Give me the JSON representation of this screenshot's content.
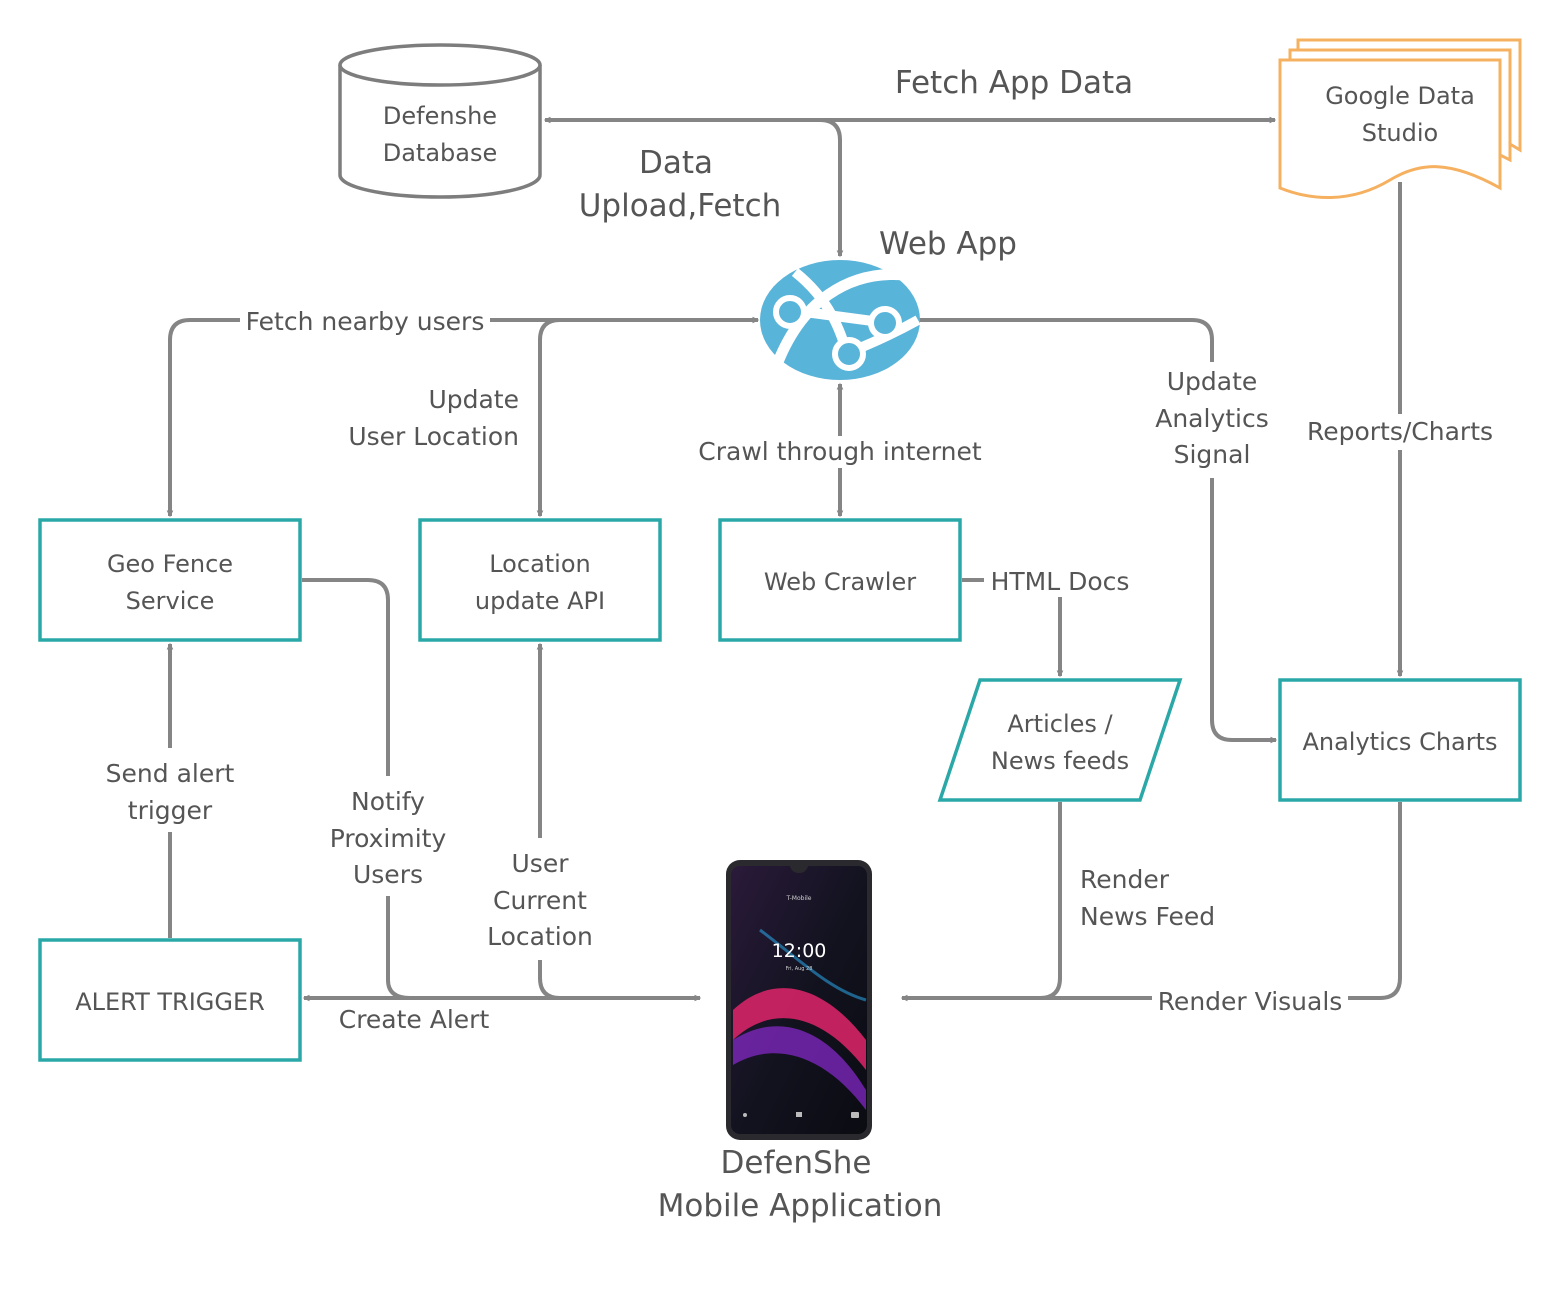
{
  "nodes": {
    "database": {
      "line1": "Defenshe",
      "line2": "Database"
    },
    "data_studio": {
      "line1": "Google Data",
      "line2": "Studio"
    },
    "web_app": {
      "label": "Web App"
    },
    "geo_fence": {
      "line1": "Geo Fence",
      "line2": "Service"
    },
    "location_api": {
      "line1": "Location",
      "line2": "update API"
    },
    "web_crawler": {
      "label": "Web Crawler"
    },
    "articles": {
      "line1": "Articles /",
      "line2": "News feeds"
    },
    "analytics": {
      "label": "Analytics Charts"
    },
    "alert_trigger": {
      "label": "ALERT TRIGGER"
    },
    "mobile_app": {
      "line1": "DefenShe",
      "line2": "Mobile Application",
      "screen": {
        "carrier": "T-Mobile",
        "time": "12:00",
        "date": "Fri, Aug 28"
      }
    }
  },
  "edges": {
    "fetch_app_data": "Fetch App Data",
    "data_upload": {
      "line1": "Data",
      "line2": "Upload,Fetch"
    },
    "fetch_nearby": "Fetch nearby users",
    "update_location": {
      "line1": "Update",
      "line2": "User Location"
    },
    "crawl": "Crawl through internet",
    "update_analytics": {
      "line1": "Update",
      "line2": "Analytics",
      "line3": "Signal"
    },
    "reports": "Reports/Charts",
    "html_docs": "HTML Docs",
    "send_alert": {
      "line1": "Send alert",
      "line2": "trigger"
    },
    "notify": {
      "line1": "Notify",
      "line2": "Proximity",
      "line3": "Users"
    },
    "user_location": {
      "line1": "User",
      "line2": "Current",
      "line3": "Location"
    },
    "render_news": {
      "line1": "Render",
      "line2": "News Feed"
    },
    "create_alert": "Create Alert",
    "render_visuals": "Render Visuals"
  },
  "colors": {
    "node_stroke": "#2aa8a8",
    "edge": "#858585",
    "database_stroke": "#7d7d7d",
    "studio_stroke": "#f5b060",
    "web_app_icon": "#59b4d9",
    "text": "#555555"
  }
}
